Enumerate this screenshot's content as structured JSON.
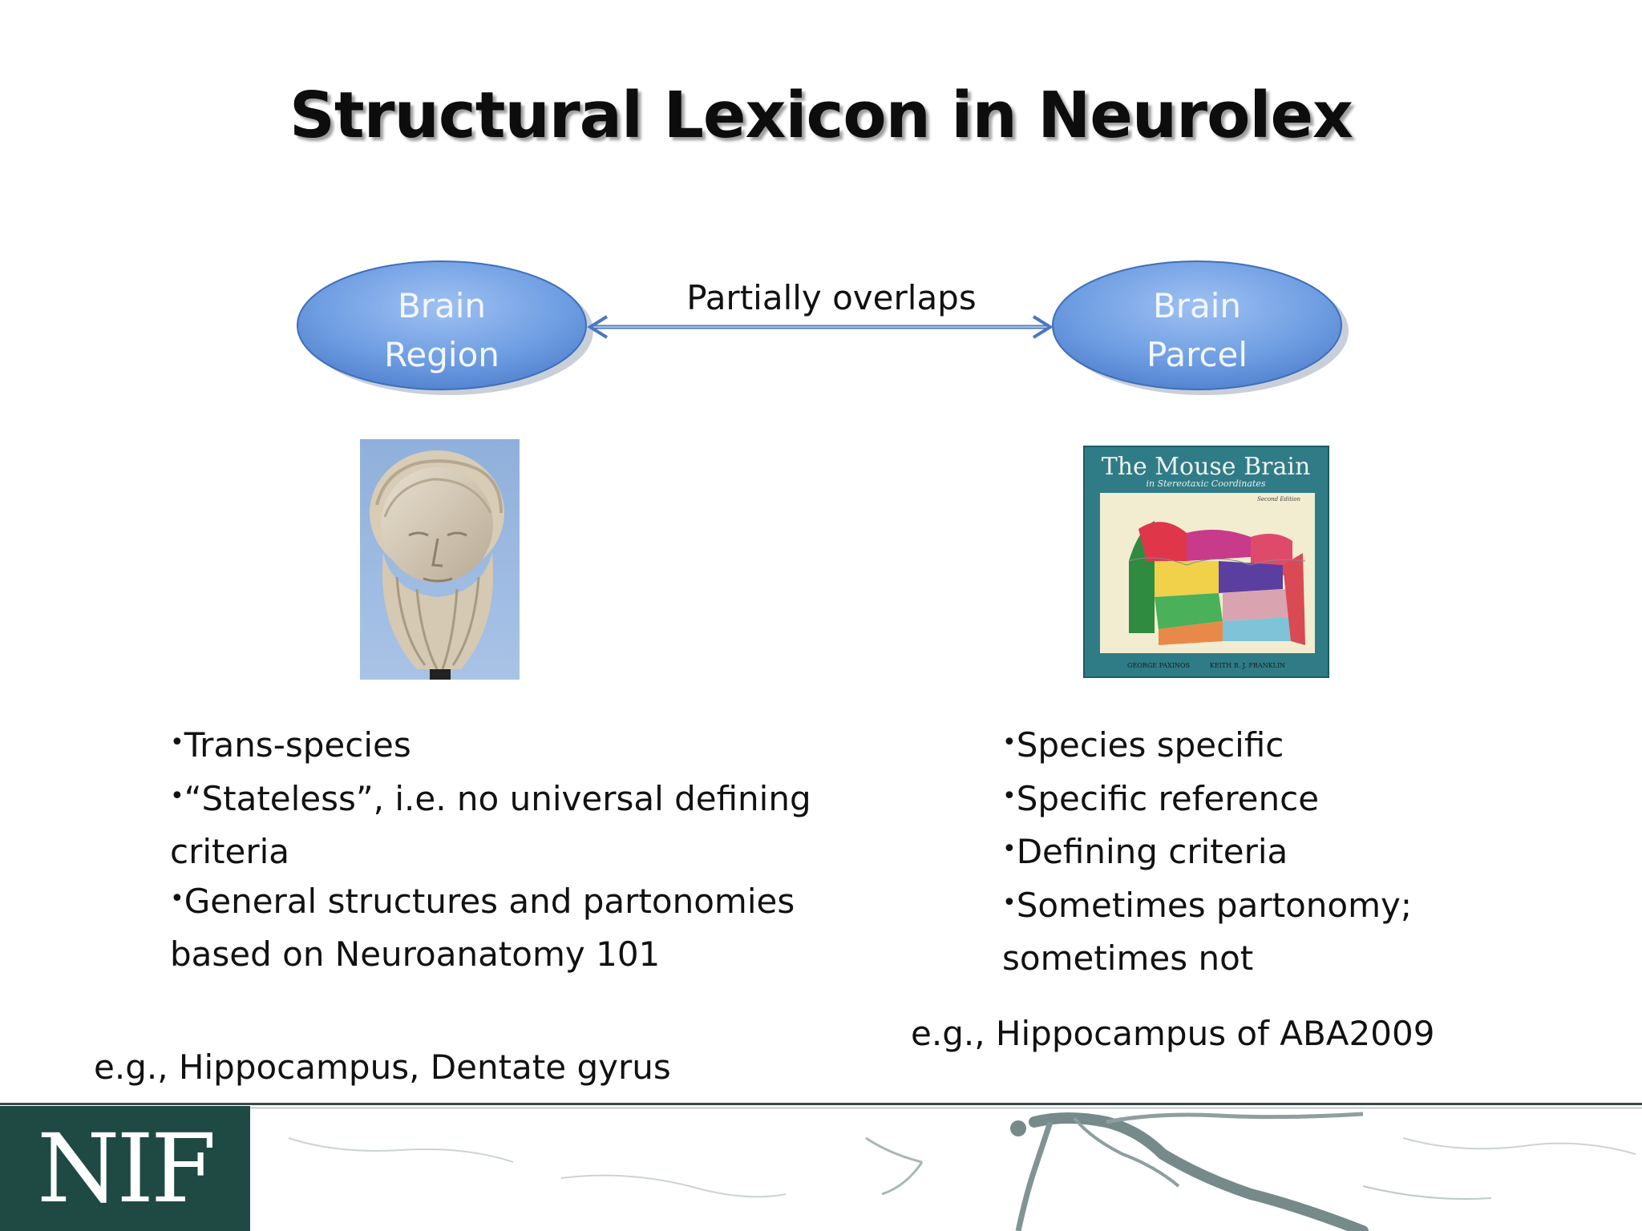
{
  "slide": {
    "title": "Structural Lexicon in Neurolex"
  },
  "diagram": {
    "left_node": {
      "line1": "Brain",
      "line2": "Region"
    },
    "right_node": {
      "line1": "Brain",
      "line2": "Parcel"
    },
    "edge_label": "Partially overlaps"
  },
  "book_cover": {
    "title": "The Mouse Brain",
    "subtitle": "in Stereotaxic Coordinates",
    "edition": "Second Edition",
    "author1": "GEORGE PAXINOS",
    "author2": "KEITH B. J. FRANKLIN"
  },
  "left_column": {
    "bullets": [
      "Trans-species",
      "“Stateless”, i.e. no universal defining criteria",
      "General structures and partonomies based on Neuroanatomy 101"
    ],
    "example": "e.g., Hippocampus, Dentate gyrus"
  },
  "right_column": {
    "bullets": [
      "Species specific",
      "Specific reference",
      "Defining criteria",
      "Sometimes partonomy; sometimes not"
    ],
    "example": "e.g., Hippocampus of ABA2009"
  },
  "footer": {
    "logo_text": "NIF"
  },
  "colors": {
    "oval_fill": "#6b9be0",
    "oval_stroke": "#3f6fb8",
    "arrow": "#4a78c0",
    "logo_bg": "#1f4a44"
  }
}
